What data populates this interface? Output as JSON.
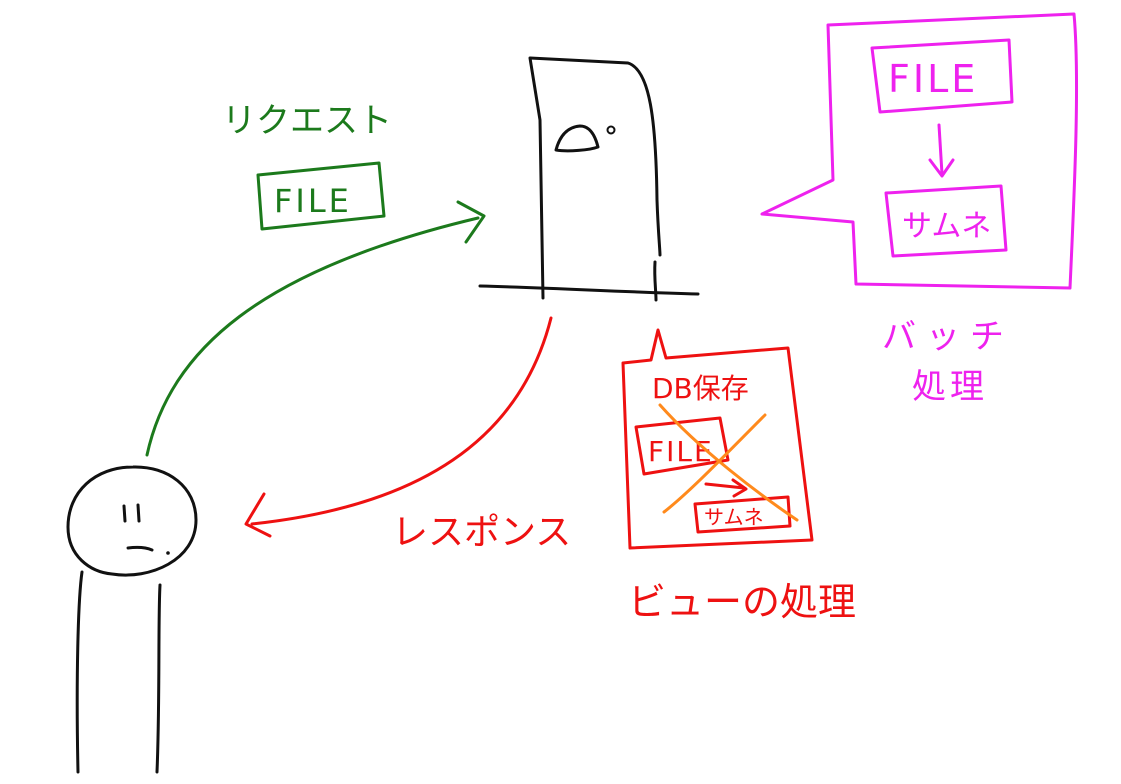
{
  "colors": {
    "ink": "#111111",
    "request": "#1c7a1c",
    "response": "#ee1111",
    "batch": "#ee22ee",
    "cross": "#ff8a1c"
  },
  "request": {
    "label": "リクエスト",
    "file_label": "FILE"
  },
  "response": {
    "label": "レスポンス"
  },
  "view": {
    "db_label": "DB保存",
    "file_label": "FILE",
    "thumb_label": "サムネ",
    "caption": "ビューの処理"
  },
  "batch": {
    "file_label": "FILE",
    "thumb_label": "サムネ",
    "caption_line1": "バッチ",
    "caption_line2": "処理"
  },
  "icons": {
    "user": "person-icon",
    "server": "server-icon"
  }
}
